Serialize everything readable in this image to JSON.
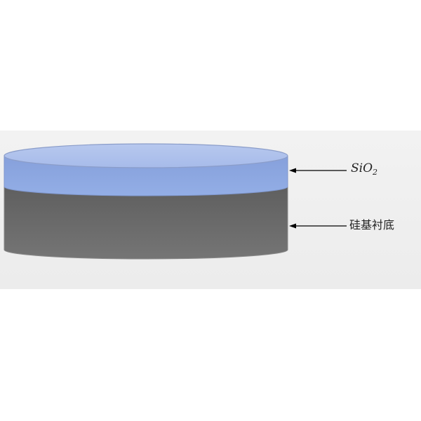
{
  "diagram": {
    "layers": [
      {
        "name": "SiO",
        "subscript": "2",
        "color": "#8fa8e0"
      },
      {
        "name": "硅基衬底",
        "color": "#6b6b6b"
      }
    ],
    "background_color": "#f0f0f0"
  }
}
